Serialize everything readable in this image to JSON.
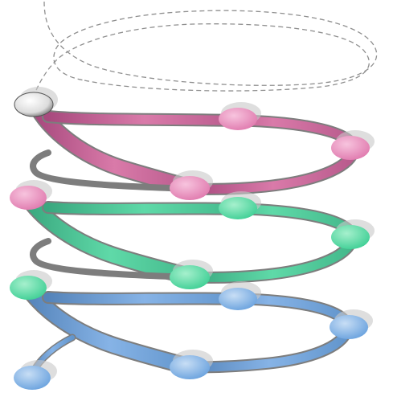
{
  "diagram": {
    "type": "spiral-of-nodes",
    "description_text": "",
    "dashed_loop_color": "#8f8f8f",
    "loops": [
      {
        "name": "pink-loop",
        "band_color": "#c8679a",
        "band_dark": "#8e3f6a",
        "node_color": "#e88ab8",
        "node_count": 4
      },
      {
        "name": "green-loop",
        "band_color": "#4fc79a",
        "band_dark": "#2f8f6b",
        "node_color": "#4fd7a0",
        "node_count": 4
      },
      {
        "name": "blue-loop",
        "band_color": "#6f9fd6",
        "band_dark": "#3f6b9e",
        "node_color": "#7fb0e8",
        "node_count": 4
      }
    ],
    "start_node_color": "#f0f0f0",
    "end_node_color": "#8fbde8"
  }
}
